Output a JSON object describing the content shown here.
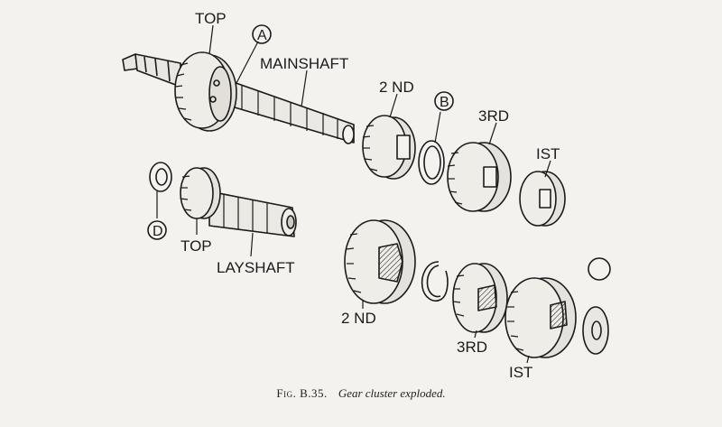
{
  "labels": {
    "top_main": "TOP",
    "callout_a": "A",
    "mainshaft": "MAINSHAFT",
    "second_main": "2 ND",
    "callout_b": "B",
    "third_main": "3RD",
    "first_main": "IST",
    "callout_d": "D",
    "top_lay": "TOP",
    "layshaft": "LAYSHAFT",
    "second_lay": "2 ND",
    "third_lay": "3RD",
    "first_lay": "IST"
  },
  "caption": {
    "figure": "Fig. B.35.",
    "title": "Gear cluster exploded."
  },
  "colors": {
    "ink": "#1b1b1b",
    "paper": "#f3f2ee"
  }
}
